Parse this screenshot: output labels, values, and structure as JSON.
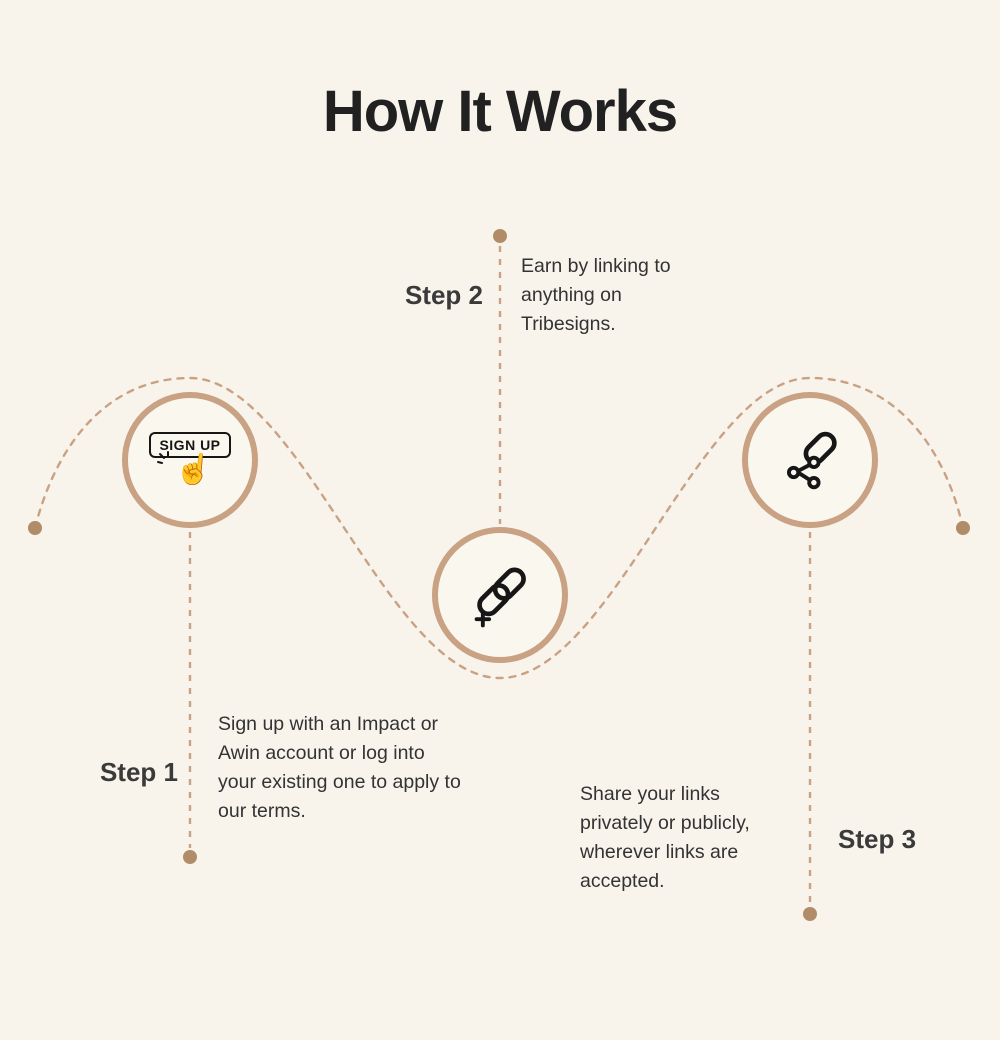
{
  "title": "How It Works",
  "steps": [
    {
      "label": "Step 1",
      "description": "Sign up with an Impact or Awin account or log into your existing one to apply to our terms.",
      "icon": "signup-button-icon"
    },
    {
      "label": "Step 2",
      "description": "Earn by linking to anything on Tribesigns.",
      "icon": "add-link-icon"
    },
    {
      "label": "Step 3",
      "description": "Share your links privately or publicly, wherever links are accepted.",
      "icon": "share-link-icon"
    }
  ],
  "signup_icon_text": "SIGN UP",
  "colors": {
    "background": "#f8f4ec",
    "node_fill": "#faf7ef",
    "accent_line": "#c9a183",
    "dot": "#b08c68",
    "icon_ink": "#161616",
    "title_text": "#212121",
    "body_text": "#333333"
  }
}
